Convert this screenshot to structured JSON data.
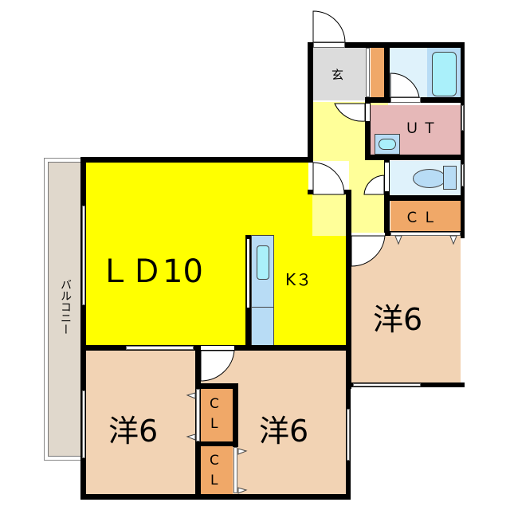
{
  "plan": {
    "colors": {
      "ldk": "#ffff00",
      "hall": "#ffff99",
      "western": "#f2d3b4",
      "closet": "#f0a868",
      "genkan": "#dcdcdc",
      "ut": "#e6b8b8",
      "bath_room": "#dff2fb",
      "bath_tub": "#b8dcf5",
      "fixture": "#aaf0fa",
      "balcony": "#e0d8cc",
      "wall": "#000000"
    },
    "rooms": {
      "ld": {
        "label": "ＬＤ10",
        "type": "living-dining",
        "size_jo": 10
      },
      "k": {
        "label": "K３",
        "type": "kitchen",
        "size_jo": 3
      },
      "genkan": {
        "label": "玄",
        "type": "entrance"
      },
      "ut": {
        "label": "ＵＴ",
        "type": "utility"
      },
      "cl_hall": {
        "label": "ＣＬ",
        "type": "closet"
      },
      "western_right": {
        "label": "洋6",
        "type": "western-room",
        "size_jo": 6
      },
      "western_left": {
        "label": "洋6",
        "type": "western-room",
        "size_jo": 6
      },
      "western_center": {
        "label": "洋6",
        "type": "western-room",
        "size_jo": 6
      },
      "cl_upper": {
        "c": "C",
        "l": "L",
        "type": "closet"
      },
      "cl_lower": {
        "c": "C",
        "l": "L",
        "type": "closet"
      },
      "balcony": {
        "label": "バルコニー",
        "type": "balcony"
      }
    }
  }
}
